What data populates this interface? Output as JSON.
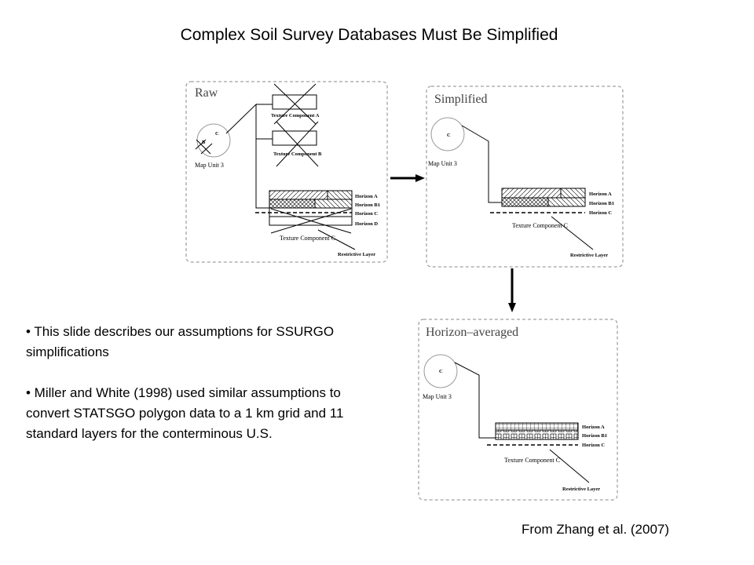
{
  "slide": {
    "title": "Complex Soil Survey Databases Must Be Simplified",
    "bullets": [
      "• This slide describes our assumptions for SSURGO simplifications",
      "• Miller and White (1998) used similar assumptions to convert STATSGO polygon data to a 1 km grid and 11 standard layers for the conterminous U.S."
    ],
    "credit": "From Zhang et al. (2007)"
  },
  "diagram": {
    "raw": {
      "title": "Raw",
      "map_unit": "Map Unit 3",
      "circle_c": "C",
      "circle_b": "B",
      "texture_a": "Texture Component A",
      "texture_b": "Texture Component B",
      "texture_c": "Texture Component C",
      "horizons": [
        "Horizon A",
        "Horizon B1",
        "Horizon C",
        "Horizon D"
      ],
      "restrictive": "Restrictive Layer"
    },
    "simplified": {
      "title": "Simplified",
      "map_unit": "Map Unit 3",
      "circle_c": "C",
      "texture_c": "Texture Component C",
      "horizons": [
        "Horizon A",
        "Horizon B1",
        "Horizon C"
      ],
      "restrictive": "Restrictive Layer"
    },
    "averaged": {
      "title": "Horizon–averaged",
      "map_unit": "Map Unit 3",
      "circle_c": "C",
      "texture_c": "Texture Component C",
      "horizons": [
        "Horizon A",
        "Horizon B1",
        "Horizon C"
      ],
      "restrictive": "Restrictive Layer"
    }
  }
}
